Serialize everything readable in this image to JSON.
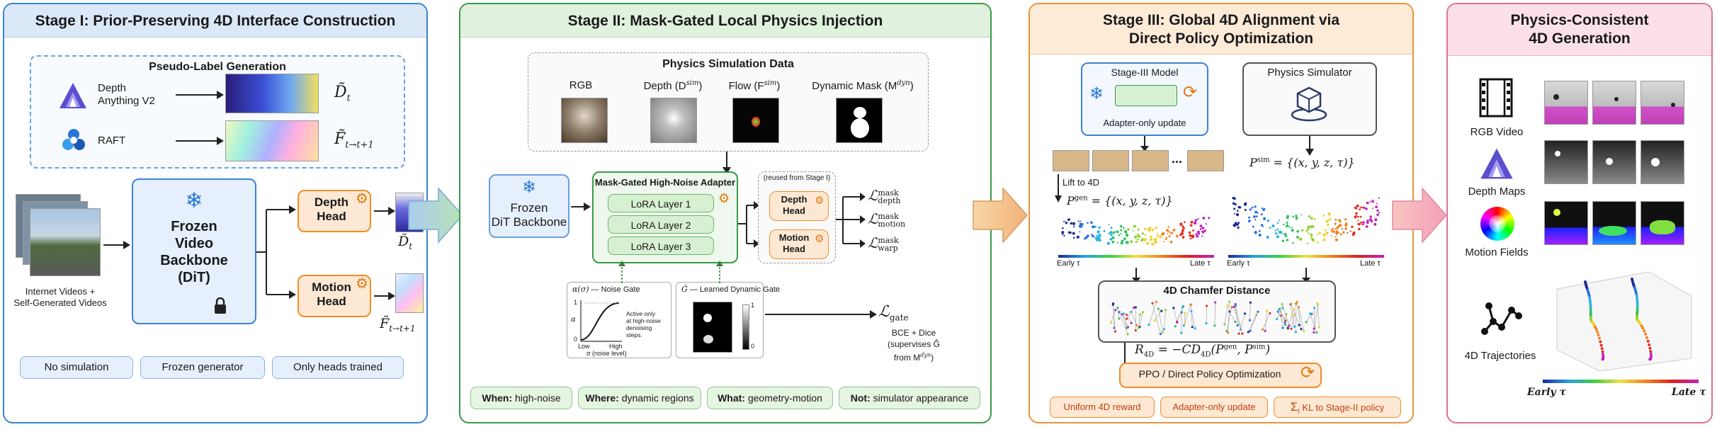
{
  "stage1": {
    "title": "Stage I: Prior-Preserving 4D Interface Construction",
    "pseudo_title": "Pseudo-Label Generation",
    "depth_model": "Depth\nAnything V2",
    "raft": "RAFT",
    "depth_label": "D̃",
    "depth_sub": "t",
    "flow_label": "F̃",
    "flow_sub": "t→t+1",
    "videos_label": "Internet Videos +\nSelf-Generated Videos",
    "backbone": "Frozen\nVideo\nBackbone\n(DiT)",
    "depth_head": "Depth\nHead",
    "motion_head": "Motion\nHead",
    "out_depth": "D̃",
    "out_depth_sub": "t",
    "out_flow": "F̃",
    "out_flow_sub": "t→t+1",
    "pills": [
      "No simulation",
      "Frozen generator",
      "Only heads trained"
    ]
  },
  "stage2": {
    "title": "Stage II: Mask-Gated Local Physics Injection",
    "sim_title": "Physics Simulation Data",
    "sim_labels": [
      "RGB",
      "Depth (D",
      "Flow (F",
      "Dynamic Mask (M"
    ],
    "sim_sup": [
      "",
      "sim",
      "sim",
      "dyn"
    ],
    "frozen": "Frozen\nDiT Backbone",
    "adapter_title": "Mask-Gated High-Noise Adapter",
    "lora": [
      "LoRA Layer 1",
      "LoRA Layer 2",
      "LoRA Layer 3"
    ],
    "reused": "(reused from Stage I)",
    "depth_head": "Depth\nHead",
    "motion_head": "Motion\nHead",
    "loss_depth": "depth",
    "loss_motion": "motion",
    "loss_warp": "warp",
    "loss_mask": "mask",
    "noise_gate": "— Noise Gate",
    "noise_gate_fn": "α(σ)",
    "noise_note": "Active only\nat high-noise\ndenoising\nsteps.",
    "noise_low": "Low",
    "noise_high": "High",
    "noise_axis": "σ (noise level)",
    "noise_1": "1",
    "noise_0": "0",
    "noise_alpha": "α",
    "gate_label": "— Learned Dynamic Gate",
    "gate_sym": "Ĝ",
    "gate_1": "1",
    "gate_0": "0",
    "loss_gate": "gate",
    "bce": "BCE + Dice\n(supervises Ĝ\nfrom M",
    "bce_sup": "dyn",
    "bce_close": ")",
    "tags": [
      {
        "k": "When:",
        "v": "high-noise"
      },
      {
        "k": "Where:",
        "v": "dynamic regions"
      },
      {
        "k": "What:",
        "v": "geometry-motion"
      },
      {
        "k": "Not:",
        "v": "simulator appearance"
      }
    ]
  },
  "stage3": {
    "title": "Stage III: Global 4D Alignment via\nDirect Policy Optimization",
    "model_title": "Stage-III Model",
    "adapter_only": "Adapter-only update",
    "simulator": "Physics Simulator",
    "lift": "Lift to 4D",
    "p_gen": "P",
    "p_gen_sup": "gen",
    "p_gen_eq": " = {(x, y, z, τ)}",
    "p_sim": "P",
    "p_sim_sup": "sim",
    "p_sim_eq": " = {(x, y, z, τ)}",
    "early": "Early τ",
    "late": "Late τ",
    "chamfer": "4D Chamfer Distance",
    "reward": "R",
    "reward_sub": "4D",
    "reward_eq": " = −CD",
    "reward_eq_sub": "4D",
    "reward_args": "(P",
    "reward_gen": "gen",
    "reward_mid": ", P",
    "reward_sim": "sim",
    "reward_close": ")",
    "ppo": "PPO / Direct Policy Optimization",
    "pills": [
      "Uniform 4D reward",
      "Adapter-only update",
      "KL to Stage-II policy"
    ],
    "kl_sigma": "Σ",
    "kl_sub": "t",
    "dots": "..."
  },
  "stage4": {
    "title": "Physics-Consistent\n4D Generation",
    "rows": [
      "RGB Video",
      "Depth Maps",
      "Motion Fields",
      "4D Trajectories"
    ],
    "early": "Early τ",
    "late": "Late τ"
  },
  "colors": {
    "stage1": "#3b82d6",
    "stage2": "#3a9a4a",
    "stage3": "#e8953a",
    "stage4": "#e0709a",
    "orange_box": "#f28c28"
  }
}
